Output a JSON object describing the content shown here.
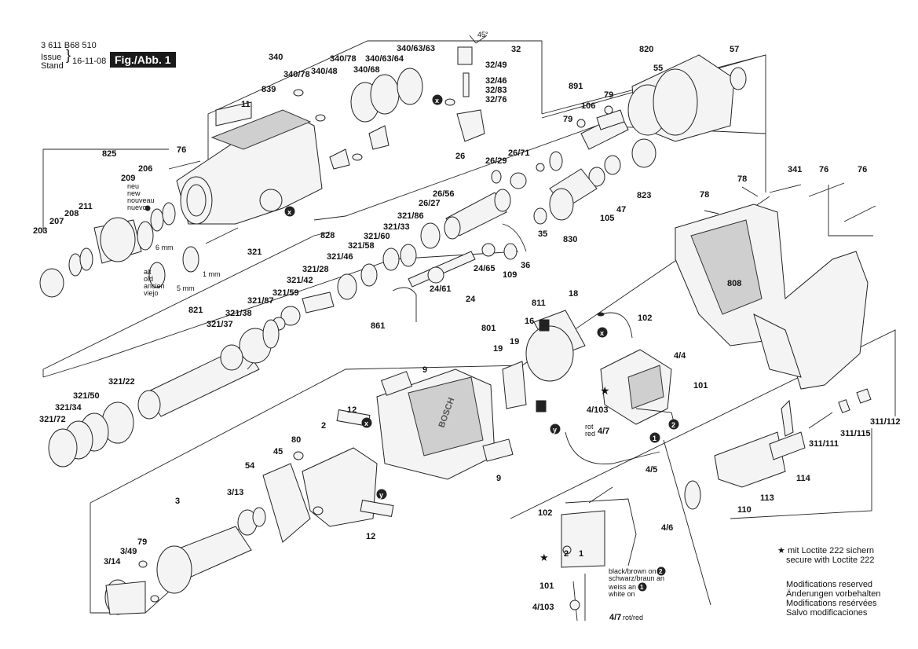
{
  "header": {
    "part_number": "3 611 B68 510",
    "issue_label": "Issue",
    "stand_label": "Stand",
    "date": "16-11-08",
    "figure_label": "Fig./Abb. 1"
  },
  "angle_label": "45°",
  "part_labels": {
    "p340": "340",
    "p839": "839",
    "p340_78": "340/78",
    "p340_48": "340/48",
    "p340_78b": "340/78",
    "p340_68": "340/68",
    "p340_63_64": "340/63/64",
    "p340_63_63": "340/63/63",
    "p11": "11",
    "p76a": "76",
    "p825": "825",
    "p206": "206",
    "p209": "209",
    "p211": "211",
    "p208": "208",
    "p207": "207",
    "p203": "203",
    "new_de": "neu",
    "new_en": "new",
    "new_fr": "nouveau",
    "new_es": "nuevo",
    "old_de": "alt",
    "old_en": "old",
    "old_fr": "ancien",
    "old_es": "viejo",
    "mm6": "6 mm",
    "mm5": "5 mm",
    "mm1": "1 mm",
    "p32": "32",
    "p32_49": "32/49",
    "p32_46": "32/46",
    "p32_83": "32/83",
    "p32_76": "32/76",
    "p26": "26",
    "p26_29": "26/29",
    "p26_71": "26/71",
    "p26_56": "26/56",
    "p26_27": "26/27",
    "p891": "891",
    "p106": "106",
    "p79a": "79",
    "p79b": "79",
    "p820": "820",
    "p55": "55",
    "p57": "57",
    "p823": "823",
    "p105": "105",
    "p47": "47",
    "p35": "35",
    "p830": "830",
    "p36": "36",
    "p109": "109",
    "p24_65": "24/65",
    "p24_61": "24/61",
    "p24": "24",
    "p828": "828",
    "p321": "321",
    "p321_86": "321/86",
    "p321_33": "321/33",
    "p321_60": "321/60",
    "p321_58": "321/58",
    "p321_46": "321/46",
    "p321_28": "321/28",
    "p321_42": "321/42",
    "p321_59": "321/59",
    "p321_87": "321/87",
    "p821": "821",
    "p321_38": "321/38",
    "p321_37": "321/37",
    "p861": "861",
    "p321_22": "321/22",
    "p321_50": "321/50",
    "p321_34": "321/34",
    "p321_72": "321/72",
    "p341": "341",
    "p78a": "78",
    "p78b": "78",
    "p76b": "76",
    "p76c": "76",
    "p808": "808",
    "p811": "811",
    "p18": "18",
    "p801": "801",
    "p16": "16",
    "p19a": "19",
    "p19b": "19",
    "p102": "102",
    "p4_4": "4/4",
    "p101": "101",
    "p4_103": "4/103",
    "p4_7": "4/7",
    "rot": "rot",
    "red": "red",
    "p9a": "9",
    "p9b": "9",
    "p12a": "12",
    "p12b": "12",
    "p2": "2",
    "p80": "80",
    "p45": "45",
    "p54": "54",
    "p3_13": "3/13",
    "p3": "3",
    "p79c": "79",
    "p3_49": "3/49",
    "p3_14": "3/14",
    "p4_5": "4/5",
    "p4_6": "4/6",
    "p311_112": "311/112",
    "p311_115": "311/115",
    "p311_111": "311/111",
    "p113": "113",
    "p114": "114",
    "p110": "110"
  },
  "inset": {
    "p102": "102",
    "p101": "101",
    "p4_103": "4/103",
    "p4_7": "4/7",
    "rotred": "rot/red",
    "wire_black_en": "black/brown on",
    "wire_black_de": "schwarz/braun an",
    "wire_white_de": "weiss an",
    "wire_white_en": "white on",
    "num1": "1",
    "num2": "2"
  },
  "markers": {
    "x": "x",
    "y": "y",
    "one": "1",
    "two": "2"
  },
  "notes": {
    "loctite_de": "mit Loctite 222 sichern",
    "loctite_en": "secure with Loctite 222",
    "mod_en": "Modifications reserved",
    "mod_de": "Änderungen vorbehalten",
    "mod_fr": "Modifications resérvées",
    "mod_es": "Salvo modificaciones"
  },
  "brand": "BOSCH"
}
